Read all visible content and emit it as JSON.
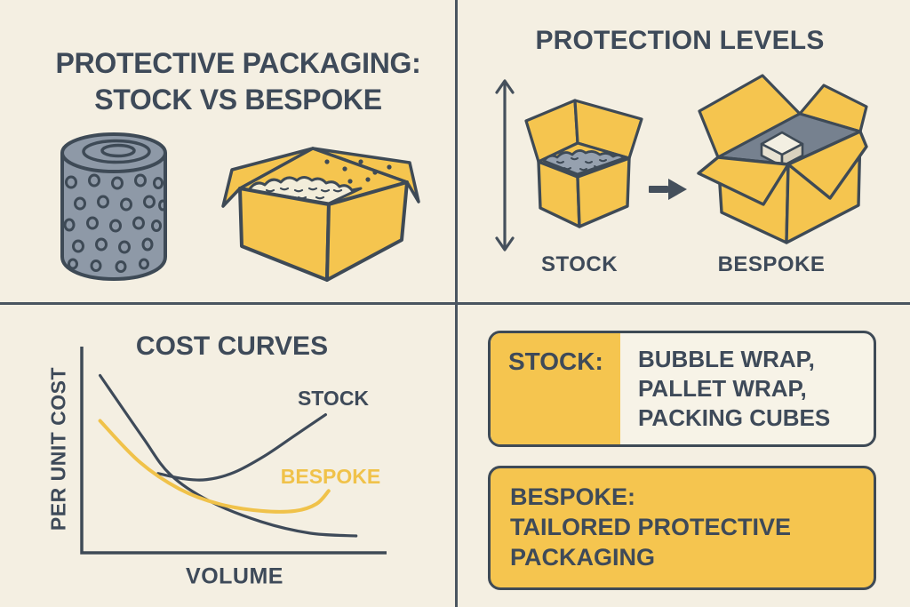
{
  "palette": {
    "background": "#f4efe2",
    "ink": "#3e4a59",
    "outline": "#3e4a56",
    "yellow": "#f5c54f",
    "chart_yellow": "#f0c24a",
    "roll_gray_blue": "#8e99a7",
    "bubble_fill_gray": "#96a1af",
    "interior_gray": "#76818f",
    "card_cream": "#f7f3e7",
    "divider": "#4a5560"
  },
  "top_left": {
    "title_line1": "PROTECTIVE PACKAGING:",
    "title_line2": "STOCK VS BESPOKE"
  },
  "top_right": {
    "title": "PROTECTION LEVELS",
    "stock_label": "STOCK",
    "bespoke_label": "BESPOKE"
  },
  "bottom_left": {
    "title": "COST CURVES",
    "ylabel": "PER UNIT COST",
    "xlabel": "VOLUME",
    "stock_label": "STOCK",
    "bespoke_label": "BESPOKE"
  },
  "bottom_right": {
    "stock_card": {
      "label": "STOCK:",
      "items": [
        "BUBBLE WRAP,",
        "PALLET WRAP,",
        "PACKING CUBES"
      ]
    },
    "bespoke_card": {
      "lines": [
        "BESPOKE:",
        "TAILORED PROTECTIVE",
        "PACKAGING"
      ]
    }
  },
  "icons": {
    "bubble-wrap-roll-icon": "gray cylinder covered in bubble dots",
    "open-box-icon": "open yellow carton filled with bubble wrap",
    "height-range-arrow-icon": "↕",
    "transform-arrow-icon": "→",
    "stock-box-icon": "open carton with loose bubble wrap fill",
    "bespoke-box-icon": "open carton with fitted foam insert holding a cube"
  },
  "chart_data": {
    "type": "line",
    "title": "COST CURVES",
    "xlabel": "VOLUME",
    "ylabel": "PER UNIT COST",
    "axes_numeric": false,
    "grid": false,
    "legend": "inline labels on curves",
    "x_range_norm": [
      0,
      1
    ],
    "y_range_norm": [
      0,
      1
    ],
    "series": [
      {
        "name": "STOCK (declining lead-in, unlabeled)",
        "color": "#3e4a59",
        "width": 3.2,
        "points": [
          [
            0.06,
            0.86
          ],
          [
            0.2,
            0.56
          ],
          [
            0.29,
            0.38
          ],
          [
            0.42,
            0.25
          ],
          [
            0.59,
            0.15
          ],
          [
            0.75,
            0.095
          ],
          [
            0.9,
            0.082
          ]
        ]
      },
      {
        "name": "STOCK",
        "color": "#3e4a59",
        "width": 3.2,
        "points": [
          [
            0.25,
            0.385
          ],
          [
            0.33,
            0.36
          ],
          [
            0.41,
            0.355
          ],
          [
            0.5,
            0.39
          ],
          [
            0.6,
            0.47
          ],
          [
            0.7,
            0.57
          ],
          [
            0.8,
            0.67
          ]
        ]
      },
      {
        "name": "BESPOKE",
        "color": "#f0c24a",
        "width": 4,
        "points": [
          [
            0.06,
            0.64
          ],
          [
            0.19,
            0.44
          ],
          [
            0.32,
            0.31
          ],
          [
            0.45,
            0.237
          ],
          [
            0.59,
            0.203
          ],
          [
            0.7,
            0.203
          ],
          [
            0.77,
            0.237
          ],
          [
            0.81,
            0.3
          ]
        ]
      }
    ]
  }
}
